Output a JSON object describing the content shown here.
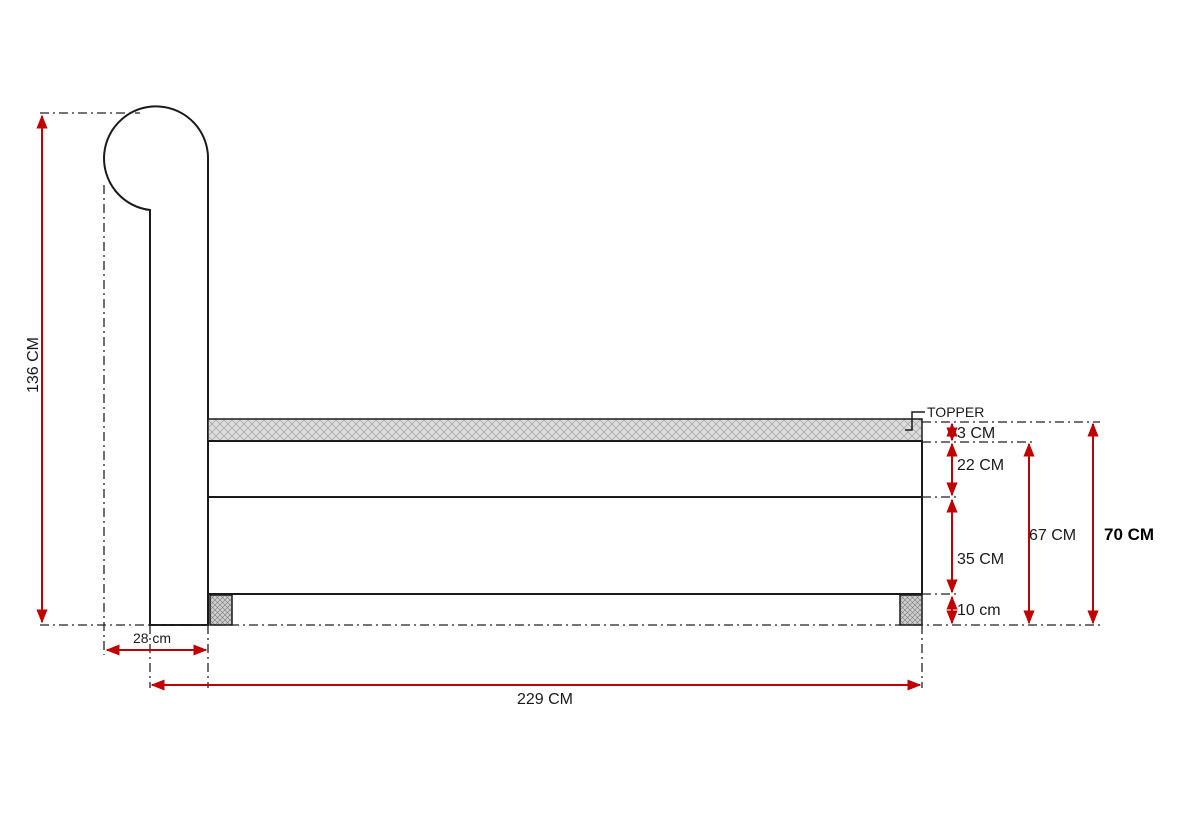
{
  "dimensions": {
    "total_height": "136 CM",
    "headboard_depth": "28 cm",
    "total_length": "229 CM",
    "topper_label": "TOPPER",
    "topper_height": "3 CM",
    "mattress_height": "22 CM",
    "base_height": "35 CM",
    "legs_height": "10 cm",
    "height_without_topper": "67 CM",
    "height_with_topper": "70 CM"
  },
  "colors": {
    "outline": "#1a1a1a",
    "dimension_arrows": "#c00000",
    "topper_fill": "#dcdcdc"
  }
}
